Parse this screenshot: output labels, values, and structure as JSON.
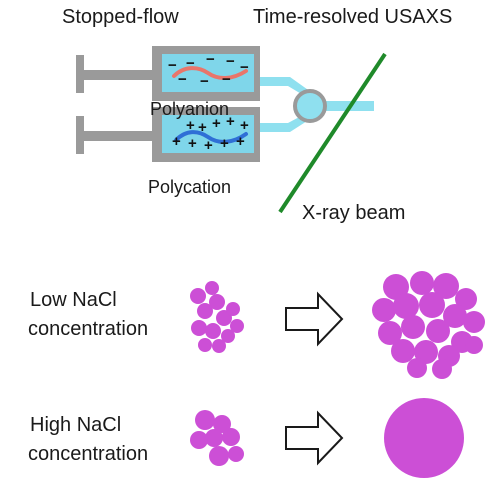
{
  "header": {
    "left_title": "Stopped-flow",
    "right_title": "Time-resolved USAXS"
  },
  "syringes": {
    "top_label": "Polyanion",
    "bottom_label": "Polycation",
    "top_charge": "−",
    "bottom_charge": "+"
  },
  "beam": {
    "label": "X-ray beam"
  },
  "rows": [
    {
      "line1": "Low NaCl",
      "line2": "concentration"
    },
    {
      "line1": "High NaCl",
      "line2": "concentration"
    }
  ],
  "colors": {
    "syringe_body": "#9a9a9a",
    "liquid": "#7fd6ea",
    "tube": "#8fe0ef",
    "polyanion_chain": "#e9756a",
    "polycation_chain": "#2f6fd6",
    "beam": "#1f8a2a",
    "particle": "#cc4fd6",
    "arrow_outline": "#1a1a1a"
  }
}
